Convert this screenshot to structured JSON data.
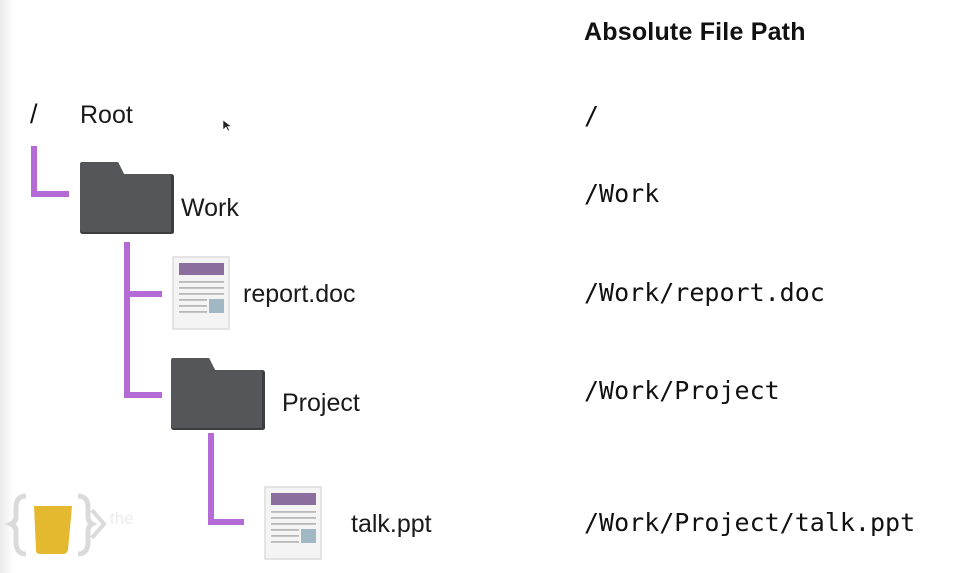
{
  "header": {
    "title": "Absolute File Path"
  },
  "tree": {
    "root_symbol": "/",
    "root_label": "Root",
    "work_label": "Work",
    "report_label": "report.doc",
    "project_label": "Project",
    "talk_label": "talk.ppt"
  },
  "paths": {
    "root": "/",
    "work": "/Work",
    "report": "/Work/report.doc",
    "project": "/Work/Project",
    "talk": "/Work/Project/talk.ppt"
  },
  "logo": {
    "text": "the"
  },
  "colors": {
    "connector": "#b46bd6",
    "folder": "#555659",
    "doc_header": "#8a6f9e",
    "doc_thumb": "#9fb8c4",
    "logo_cup": "#e5b92f"
  }
}
